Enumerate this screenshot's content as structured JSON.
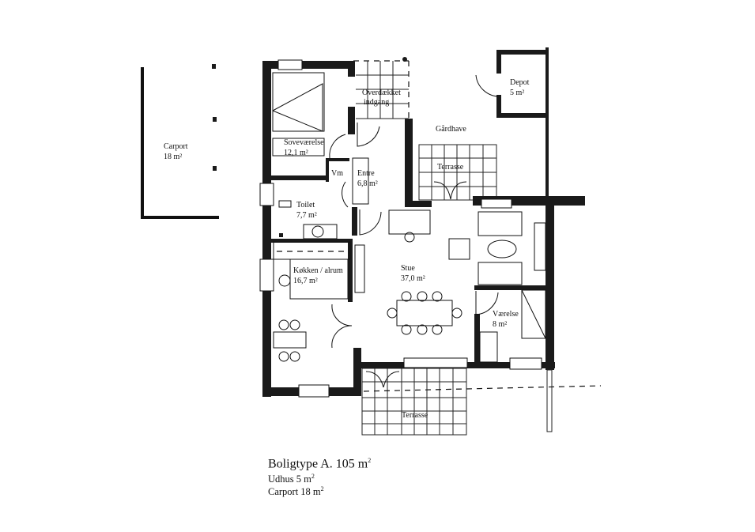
{
  "rooms": {
    "carport": {
      "name": "Carport",
      "area": "18 m²"
    },
    "sovevaerelse": {
      "name": "Soveværelse",
      "area": "12,1 m²"
    },
    "overdaekket": {
      "name": "Overdækket",
      "name2": "indgang"
    },
    "vm": {
      "name": "Vm"
    },
    "entre": {
      "name": "Entre",
      "area": "6,8 m²"
    },
    "toilet": {
      "name": "Toilet",
      "area": "7,7 m²"
    },
    "kokken": {
      "name": "Køkken / alrum",
      "area": "16,7 m²"
    },
    "stue": {
      "name": "Stue",
      "area": "37,0 m²"
    },
    "vaerelse": {
      "name": "Værelse",
      "area": "8 m²"
    },
    "depot": {
      "name": "Depot",
      "area": "5 m²"
    },
    "gardhave": {
      "name": "Gårdhave"
    },
    "terrasse_top": {
      "name": "Terrasse"
    },
    "terrasse_bottom": {
      "name": "Terrasse"
    }
  },
  "caption": {
    "title": "Boligtype A. 105 m",
    "title_sup": "2",
    "udhus": "Udhus 5 m",
    "udhus_sup": "2",
    "carport": "Carport 18 m",
    "carport_sup": "2"
  }
}
